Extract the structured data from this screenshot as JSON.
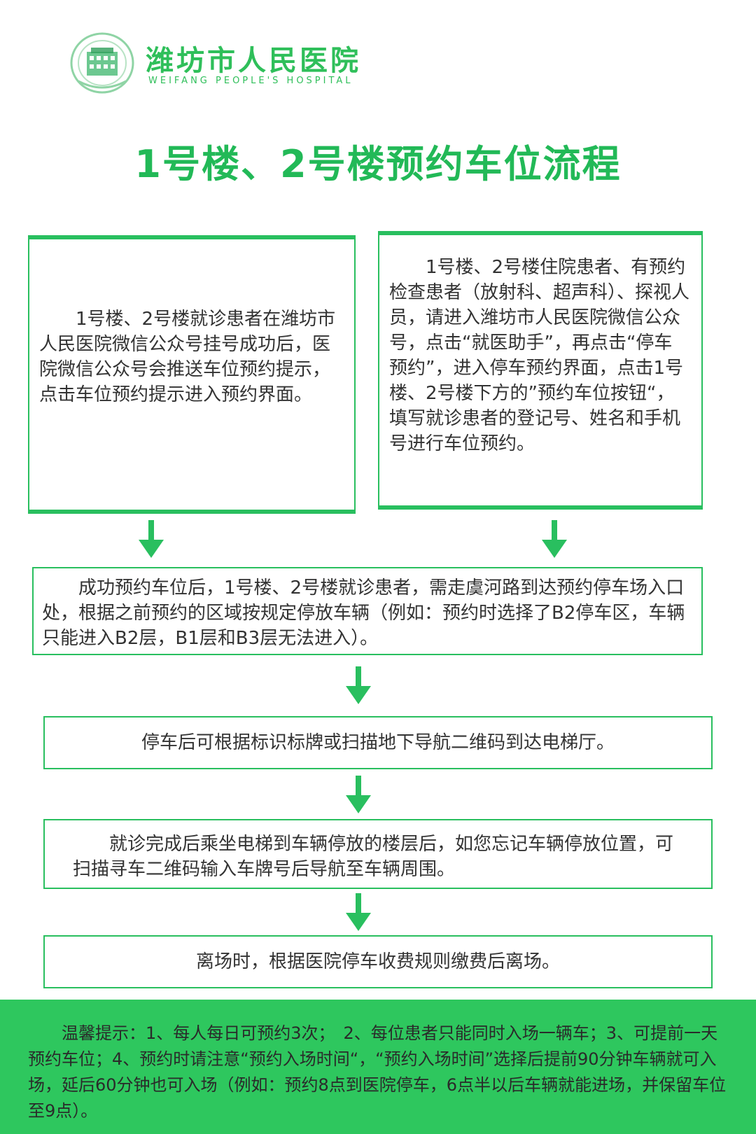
{
  "header": {
    "logo_name_cn": "潍坊市人民医院",
    "logo_name_en": "WEIFANG PEOPLE'S HOSPITAL",
    "title": "1号楼、2号楼预约车位流程"
  },
  "flow": {
    "box_left": "　　1号楼、2号楼就诊患者在潍坊市人民医院微信公众号挂号成功后，医院微信公众号会推送车位预约提示，点击车位预约提示进入预约界面。",
    "box_right": "　　1号楼、2号楼住院患者、有预约检查患者（放射科、超声科）、探视人员，请进入潍坊市人民医院微信公众号，点击“就医助手”，再点击“停车预约”，进入停车预约界面，点击1号楼、2号楼下方的”预约车位按钮“，填写就诊患者的登记号、姓名和手机号进行车位预约。",
    "step_3": "　　成功预约车位后，1号楼、2号楼就诊患者，需走虞河路到达预约停车场入口处，根据之前预约的区域按规定停放车辆（例如：预约时选择了B2停车区，车辆只能进入B2层，B1层和B3层无法进入）。",
    "step_4": "停车后可根据标识标牌或扫描地下导航二维码到达电梯厅。",
    "step_5": "　　就诊完成后乘坐电梯到车辆停放的楼层后，如您忘记车辆停放位置，可扫描寻车二维码输入车牌号后导航至车辆周围。",
    "step_6": "离场时，根据医院停车收费规则缴费后离场。"
  },
  "tips": {
    "text": "　　温馨提示：1、每人每日可预约3次；　2、每位患者只能同时入场一辆车；3、可提前一天预约车位；4、预约时请注意“预约入场时间“，“预约入场时间”选择后提前90分钟车辆就可入场，延后60分钟也可入场（例如：预约8点到医院停车，6点半以后车辆就能进场，并保留车位至9点）。"
  },
  "colors": {
    "brand_green": "#29bf5f",
    "title_green": "#22b957",
    "footer_green": "#2ec75e",
    "text": "#333333"
  }
}
